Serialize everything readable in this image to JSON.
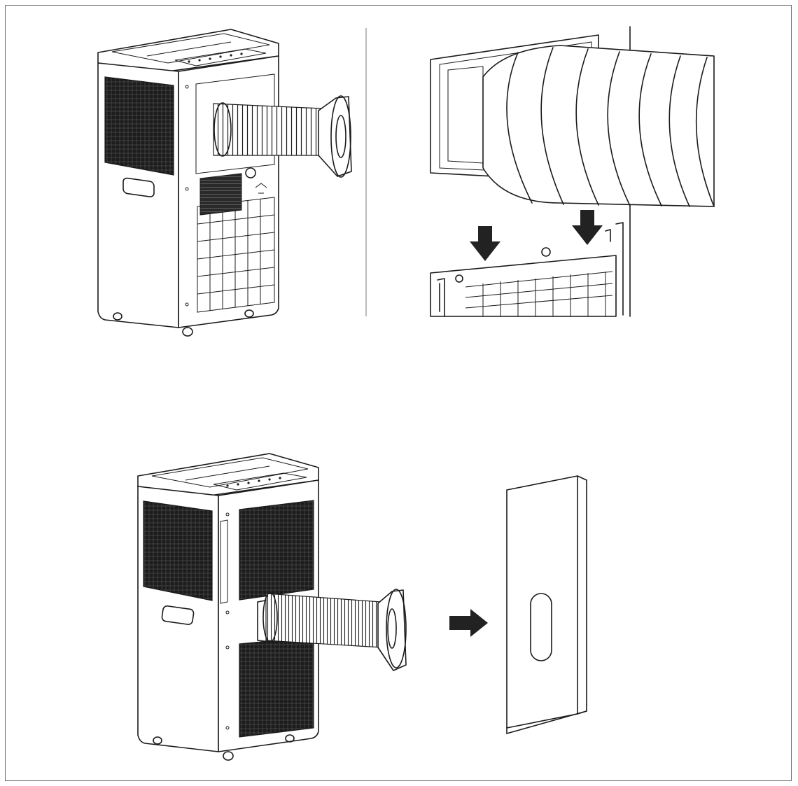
{
  "figure": {
    "panels": [
      {
        "id": "unit-with-hose",
        "icon": "portable-air-conditioner-with-exhaust-hose"
      },
      {
        "id": "hose-attach-detail",
        "icon": "exhaust-hose-clip-attachment-detail"
      },
      {
        "id": "unit-with-hose-and-window-kit",
        "icon": "portable-air-conditioner-to-window-slider"
      }
    ],
    "arrows": [
      {
        "id": "arrow-down-left",
        "icon": "arrow-down-icon"
      },
      {
        "id": "arrow-down-right",
        "icon": "arrow-down-icon"
      },
      {
        "id": "arrow-right",
        "icon": "arrow-right-icon"
      }
    ],
    "colors": {
      "line": "#1a1a1a",
      "frame": "#6b6b6b",
      "background": "#ffffff"
    }
  }
}
